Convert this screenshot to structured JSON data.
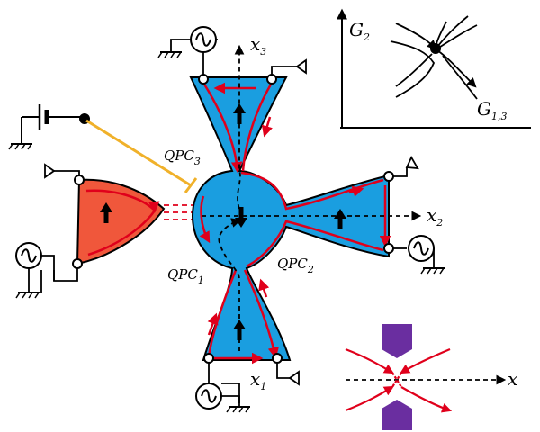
{
  "labels": {
    "x1": "x",
    "x1_sub": "1",
    "x2": "x",
    "x2_sub": "2",
    "x3": "x",
    "x3_sub": "3",
    "qpc1": "QPC",
    "qpc1_sub": "1",
    "qpc2": "QPC",
    "qpc2_sub": "2",
    "qpc3": "QPC",
    "qpc3_sub": "3"
  },
  "inset_top": {
    "ylabel": "G",
    "ylabel_sub": "2",
    "xlabel": "G",
    "xlabel_sub": "1,3"
  },
  "inset_bottom": {
    "axis_label": "x"
  },
  "colors": {
    "dot_region": "#1a9ee0",
    "lead_region": "#f0573b",
    "edge_current": "#e0001b",
    "gate": "#f0b12a",
    "split_gate": "#6a2ea0"
  },
  "icons": [
    "ac-source-icon",
    "ground-icon",
    "battery-icon",
    "voltmeter-probe-icon",
    "spin-arrow-icon"
  ]
}
